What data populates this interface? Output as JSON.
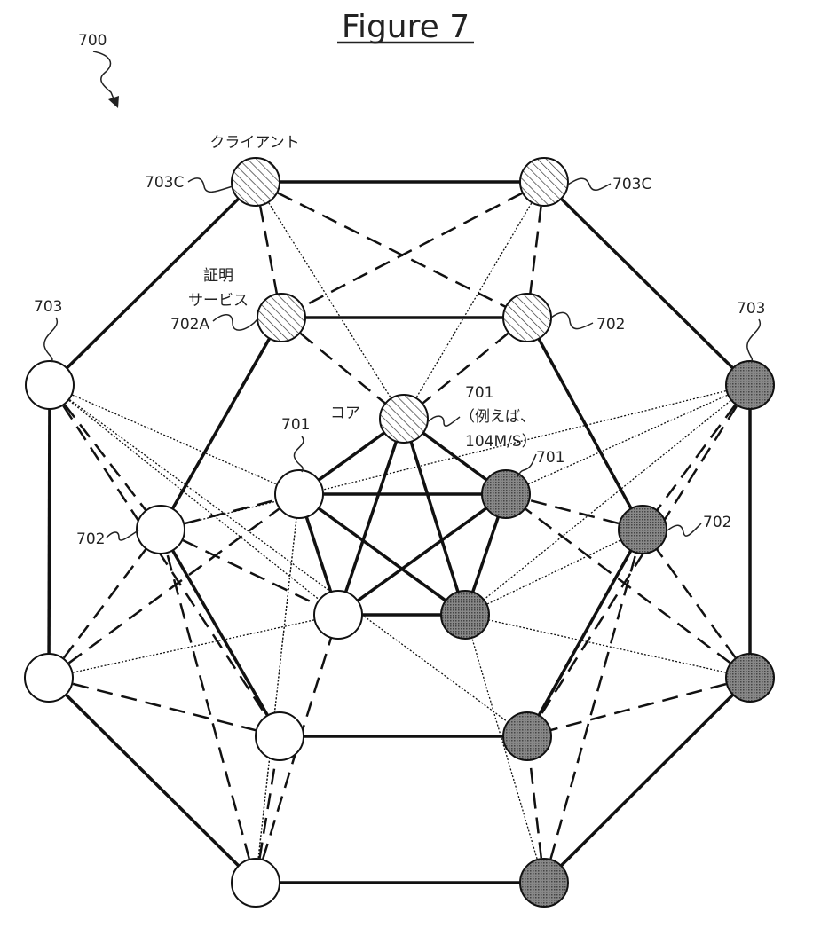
{
  "figure": {
    "title": "Figure 7",
    "ref": "700"
  },
  "labels": {
    "client": "クライアント",
    "client_ref_left": "703C",
    "client_ref_right": "703C",
    "cert_line1": "証明",
    "cert_line2": "サービス",
    "cert_ref": "702A",
    "mid_ref_right_top": "702",
    "outer_ref_left": "703",
    "outer_ref_right": "703",
    "core": "コア",
    "core_ref": "701",
    "core_example_line1": "（例えば、",
    "core_example_line2": "104M/S）",
    "core_ref_left": "701",
    "core_ref_right": "701",
    "mid_ref_left": "702",
    "mid_ref_right": "702"
  },
  "colors": {
    "line": "#111111",
    "dark_node": "#6f6f6f",
    "hatch": "#333333"
  }
}
